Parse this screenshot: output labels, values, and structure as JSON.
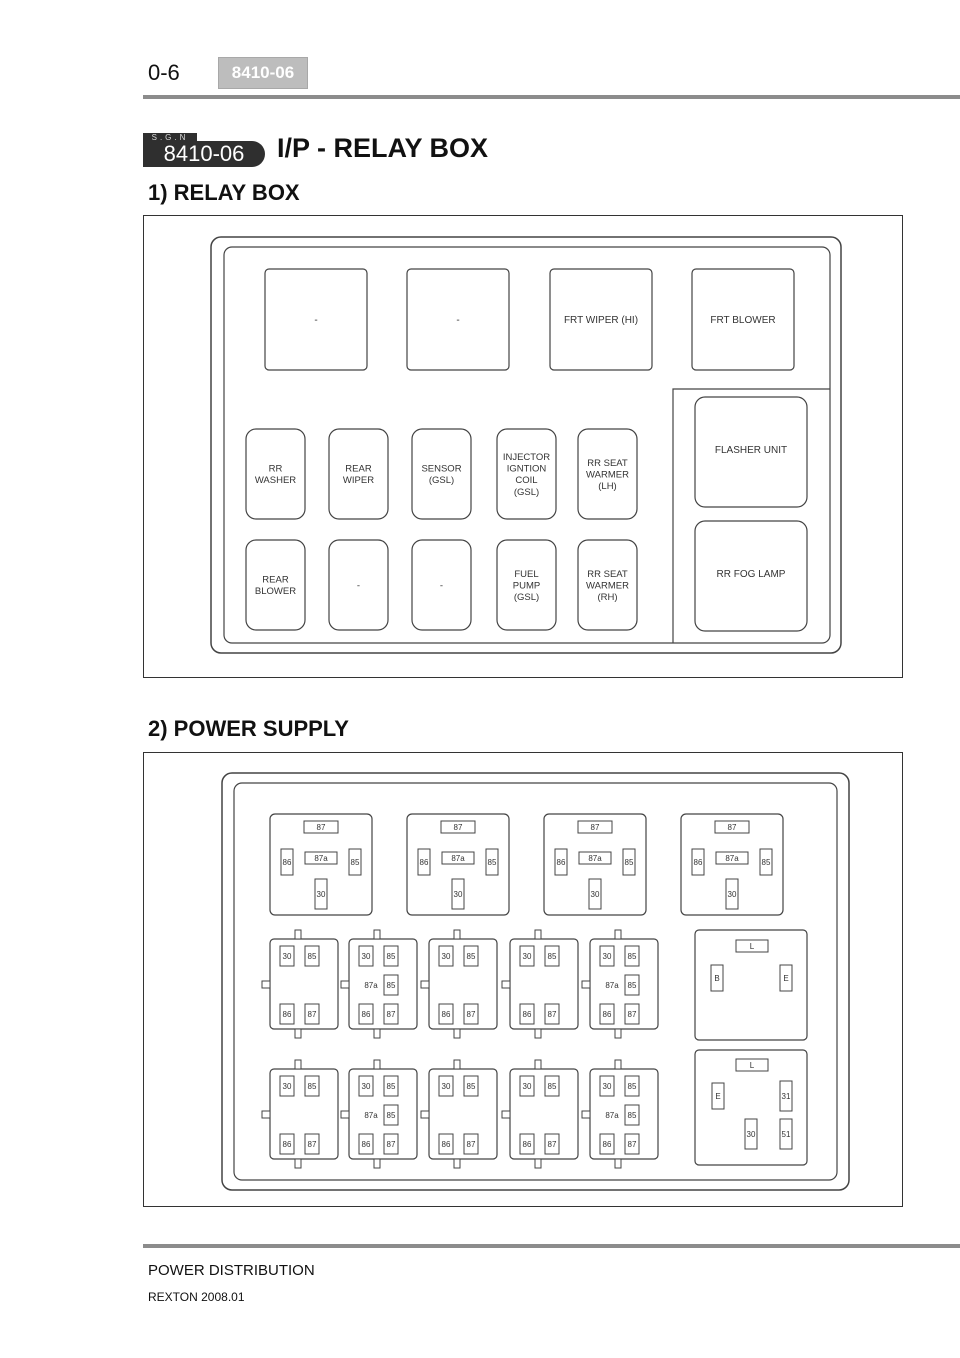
{
  "header": {
    "page_number": "0-6",
    "code_tag": "8410-06"
  },
  "section": {
    "badge_top": "S.G.N",
    "badge_code": "8410-06",
    "title": "I/P - RELAY BOX"
  },
  "relay_box": {
    "heading": "1) RELAY BOX",
    "large_relays": [
      "-",
      "-",
      "FRT WIPER (HI)",
      "FRT BLOWER"
    ],
    "row1": [
      [
        "RR",
        "WASHER"
      ],
      [
        "REAR",
        "WIPER"
      ],
      [
        "SENSOR",
        "(GSL)"
      ],
      [
        "INJECTOR",
        "IGNTION",
        "COIL",
        "(GSL)"
      ],
      [
        "RR SEAT",
        "WARMER",
        "(LH)"
      ]
    ],
    "row2": [
      [
        "REAR",
        "BLOWER"
      ],
      [
        "-"
      ],
      [
        "-"
      ],
      [
        "FUEL",
        "PUMP",
        "(GSL)"
      ],
      [
        "RR SEAT",
        "WARMER",
        "(RH)"
      ]
    ],
    "right_units": [
      "FLASHER UNIT",
      "RR FOG LAMP"
    ]
  },
  "power_supply": {
    "heading": "2) POWER SUPPLY",
    "large_pins": {
      "top": "87",
      "middle": "87a",
      "left": "86",
      "right": "85",
      "bottom": "30"
    },
    "small_pins": {
      "tl": "30",
      "tr": "85",
      "bl": "86",
      "br": "87",
      "mid_label": "87a",
      "mid_pin": "85"
    },
    "flasher_pins": {
      "top": "L",
      "left": "B",
      "right": "E"
    },
    "foglamp_pins": {
      "top": "L",
      "left": "E",
      "right_top": "31",
      "bottom_mid": "30",
      "right_bottom": "51"
    }
  },
  "footer": {
    "line1": "POWER DISTRIBUTION",
    "line2": "REXTON 2008.01"
  }
}
